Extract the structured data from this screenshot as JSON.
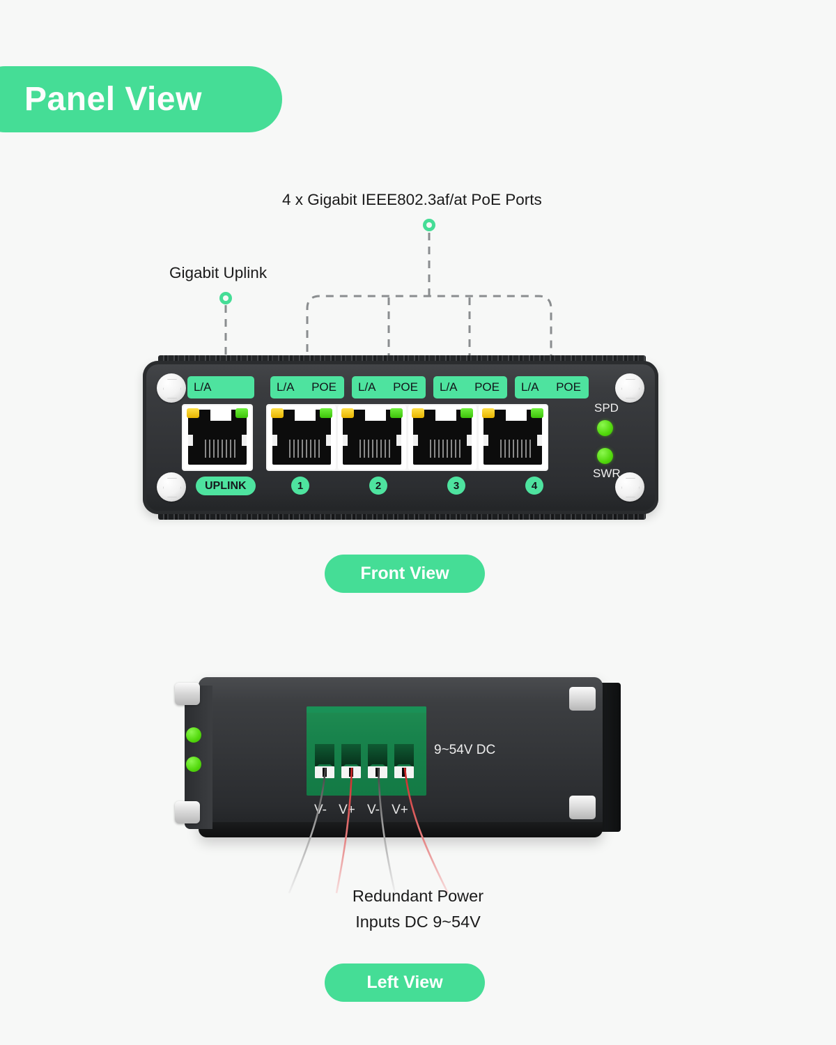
{
  "banner": {
    "title": "Panel View"
  },
  "callouts": {
    "poe_ports": "4 x Gigabit IEEE802.3af/at PoE Ports",
    "uplink": "Gigabit Uplink"
  },
  "front_view": {
    "caption": "Front View",
    "port_strips": [
      {
        "la": "L/A",
        "poe": ""
      },
      {
        "la": "L/A",
        "poe": "POE"
      },
      {
        "la": "L/A",
        "poe": "POE"
      },
      {
        "la": "L/A",
        "poe": "POE"
      },
      {
        "la": "L/A",
        "poe": "POE"
      }
    ],
    "port_tags": [
      "UPLINK",
      "1",
      "2",
      "3",
      "4"
    ],
    "indicators": {
      "speed": "SPD",
      "switch_ready": "SWR"
    }
  },
  "left_view": {
    "caption": "Left View",
    "voltage_label": "9~54V DC",
    "terminal_pins": [
      "V-",
      "V+",
      "V-",
      "V+"
    ],
    "note_line1": "Redundant Power",
    "note_line2": "Inputs DC 9~54V"
  },
  "colors": {
    "accent_green": "#45dd96",
    "label_green": "#4ee39f",
    "led_green": "#52d80c",
    "led_amber": "#e8b400",
    "terminal_green": "#18834c",
    "background": "#f7f8f7",
    "device_body": "#34363a",
    "leader_line": "#8a8d8f"
  }
}
